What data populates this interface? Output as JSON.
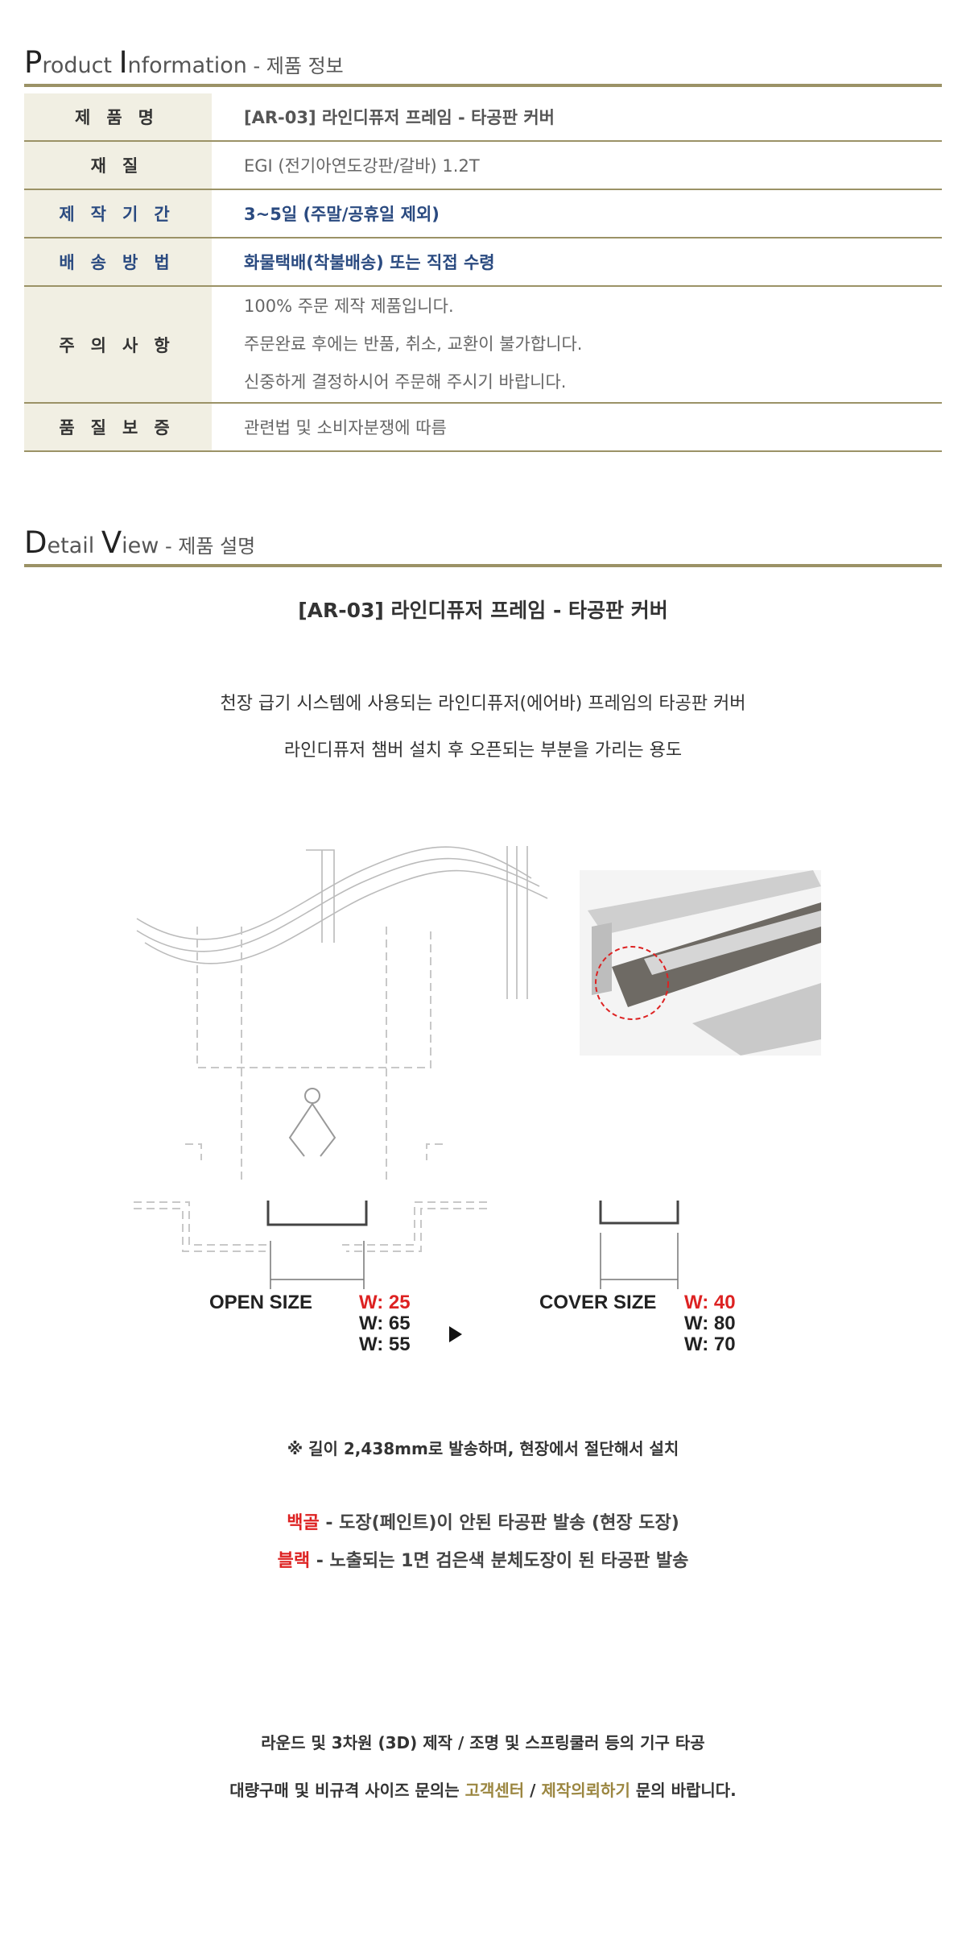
{
  "product_info": {
    "title_p": "P",
    "title_roduct": "roduct ",
    "title_i": "I",
    "title_nformation": "nformation",
    "title_kr": " - 제품 정보",
    "rows": [
      {
        "label": "제품명",
        "value": "[AR-03] 라인디퓨저 프레임 - 타공판 커버"
      },
      {
        "label": "재질",
        "value": "EGI (전기아연도강판/갈바) 1.2T"
      },
      {
        "label": "제작기간",
        "value": "3~5일 (주말/공휴일 제외)"
      },
      {
        "label": "배송방법",
        "value": "화물택배(착불배송) 또는 직접 수령"
      },
      {
        "label": "주의사항",
        "value": [
          "100% 주문 제작 제품입니다.",
          "주문완료 후에는 반품, 취소, 교환이 불가합니다.",
          "신중하게 결정하시어 주문해 주시기 바랍니다."
        ]
      },
      {
        "label": "품질보증",
        "value": "관련법 및 소비자분쟁에 따름"
      }
    ]
  },
  "detail_view": {
    "title_d": "D",
    "title_etail": "etail ",
    "title_v": "V",
    "title_iew": "iew",
    "title_kr": " - 제품 설명",
    "product_heading": "[AR-03] 라인디퓨저 프레임 - 타공판 커버",
    "desc_line1": "천장 급기 시스템에 사용되는 라인디퓨저(에어바) 프레임의 타공판 커버",
    "desc_line2": "라인디퓨저 챔버 설치 후 오픈되는 부분을 가리는 용도",
    "diagram": {
      "open_label": "OPEN SIZE",
      "open_sizes": [
        "W: 25",
        "W: 65",
        "W: 55"
      ],
      "cover_label": "COVER SIZE",
      "cover_sizes": [
        "W: 40",
        "W: 80",
        "W: 70"
      ],
      "accent_color": "#d22222"
    },
    "shipping_note": "※ 길이 2,438mm로 발송하며, 현장에서 절단해서 설치",
    "option1_name": "백골",
    "option1_desc": " - 도장(페인트)이 안된 타공판 발송 (현장 도장)",
    "option2_name": "블랙",
    "option2_desc": " - 노출되는 1면 검은색 분체도장이 된 타공판 발송",
    "footer_line1": "라운드 및 3차원 (3D) 제작 / 조명 및 스프링쿨러 등의 기구 타공",
    "footer_line2_a": "대량구매 및 비규격 사이즈 문의는 ",
    "footer_link1": "고객센터",
    "footer_sep": " / ",
    "footer_link2": "제작의뢰하기",
    "footer_line2_b": " 문의 바랍니다."
  }
}
